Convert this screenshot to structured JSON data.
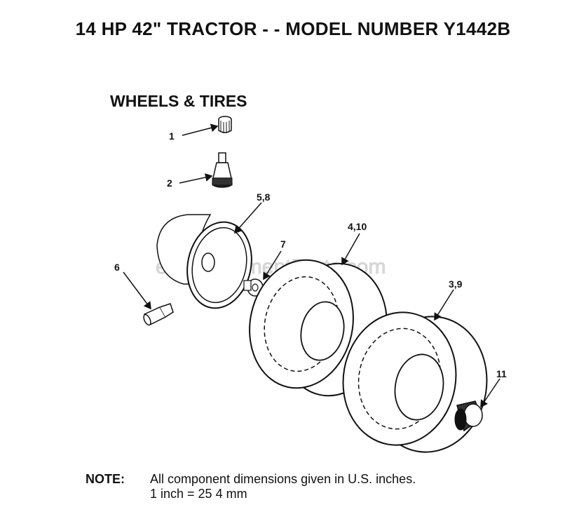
{
  "header": {
    "title": "14 HP 42\" TRACTOR - - MODEL NUMBER Y1442B"
  },
  "section": {
    "title": "WHEELS & TIRES"
  },
  "watermark": "eReplacementParts.com",
  "callouts": [
    {
      "id": "cap",
      "label": "1"
    },
    {
      "id": "valve-stem",
      "label": "2"
    },
    {
      "id": "rim",
      "label": "5,8"
    },
    {
      "id": "bolt",
      "label": "6"
    },
    {
      "id": "spacer",
      "label": "7"
    },
    {
      "id": "front-tire",
      "label": "4,10"
    },
    {
      "id": "rear-tire",
      "label": "3,9"
    },
    {
      "id": "bushing",
      "label": "11"
    }
  ],
  "note": {
    "label": "NOTE:",
    "line1": "All component dimensions given in U.S. inches.",
    "line2": "1 inch = 25 4 mm"
  }
}
